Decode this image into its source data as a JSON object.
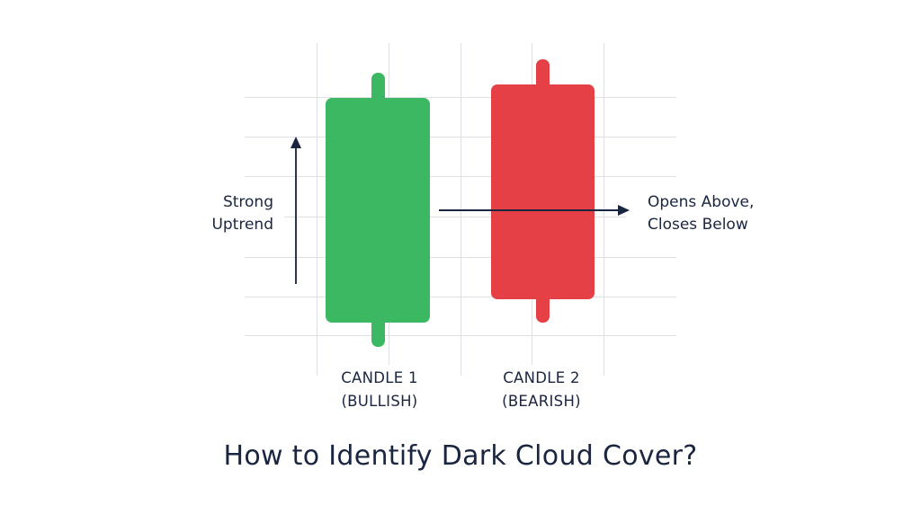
{
  "diagram": {
    "title": "How to Identify Dark Cloud Cover?",
    "left_annotation": {
      "line1": "Strong",
      "line2": "Uptrend",
      "icon": "arrow-up-icon"
    },
    "right_annotation": {
      "line1": "Opens Above,",
      "line2": "Closes Below",
      "icon": "arrow-right-icon"
    },
    "candles": [
      {
        "name": "CANDLE 1",
        "type": "(BULLISH)",
        "color": "#3db862"
      },
      {
        "name": "CANDLE 2",
        "type": "(BEARISH)",
        "color": "#e54045"
      }
    ],
    "colors": {
      "text": "#1a2640",
      "grid": "#dde0e4",
      "bullish": "#3db862",
      "bearish": "#e54045",
      "arrow": "#1a2640"
    }
  }
}
